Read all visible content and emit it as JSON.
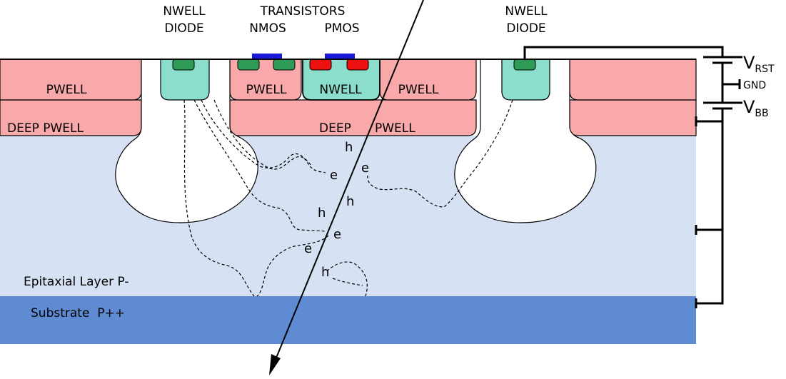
{
  "labels": {
    "nwell_diode_left": [
      "NWELL",
      "DIODE"
    ],
    "nwell_diode_right": [
      "NWELL",
      "DIODE"
    ],
    "transistors": "TRANSISTORS",
    "nmos": "NMOS",
    "pmos": "PMOS",
    "pwell": "PWELL",
    "nwell": "NWELL",
    "deep_pwell": "DEEP PWELL",
    "deep_pwell_center": [
      "DEEP",
      "PWELL"
    ],
    "epitaxial": "Epitaxial Layer P-",
    "substrate": "Substrate  P++",
    "v_rst": {
      "main": "V",
      "sub": "RST"
    },
    "v_bb": {
      "main": "V",
      "sub": "BB"
    },
    "gnd": "GND"
  },
  "carriers": {
    "hole": "h",
    "electron": "e"
  },
  "colors": {
    "pwell": "#f9a9a9",
    "nwell": "#8bddcc",
    "contact_green": "#2e9c57",
    "contact_red": "#ee1111",
    "gate_blue": "#1a1ad6",
    "epitaxial": "#d6e1f3",
    "substrate": "#5f8bd2",
    "outline": "#000000"
  }
}
